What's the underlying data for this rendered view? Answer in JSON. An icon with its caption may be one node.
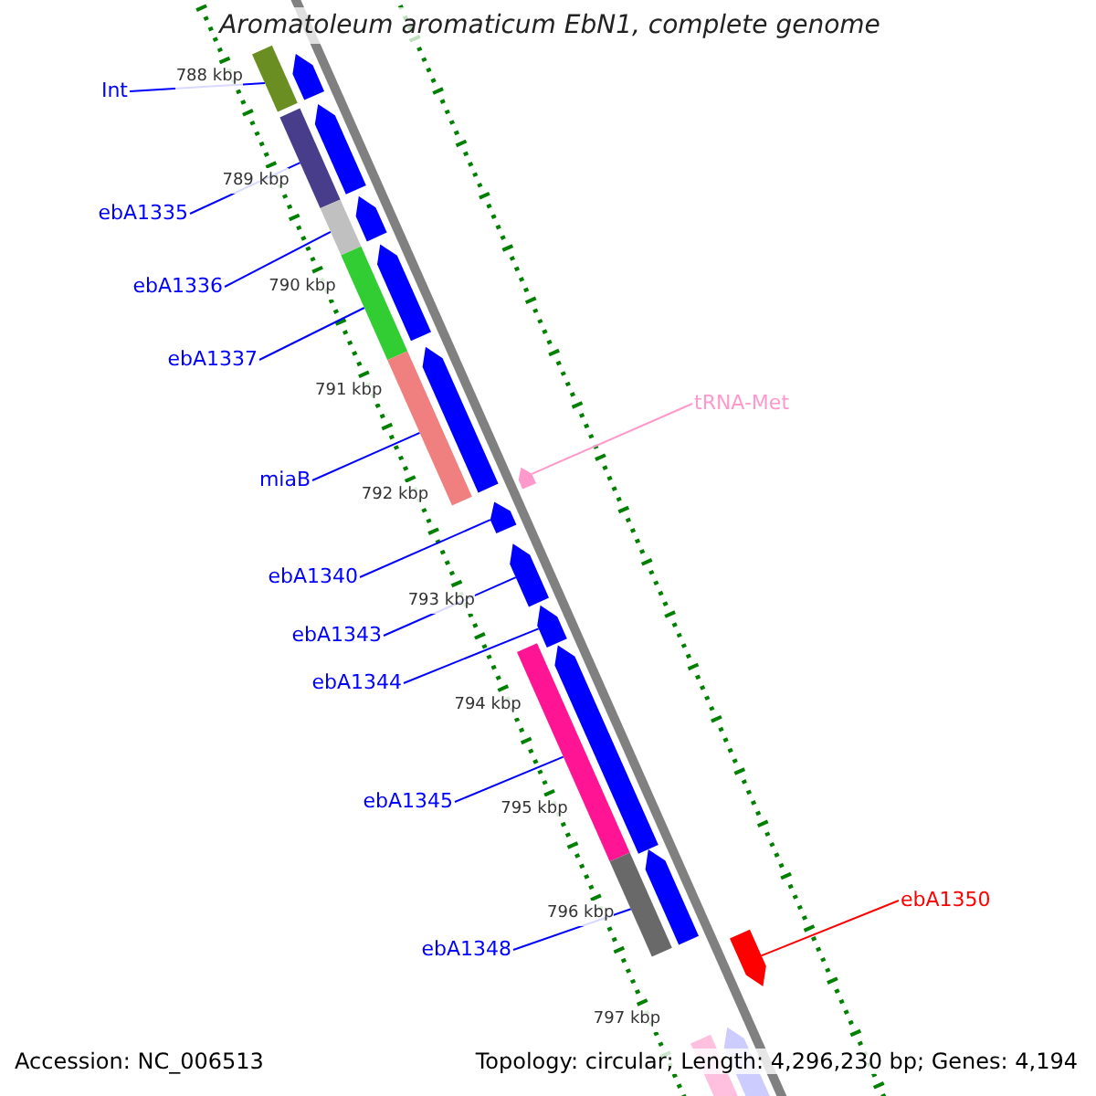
{
  "diagram": {
    "title": "Aromatoleum aromaticum EbN1, complete genome",
    "nodes": [
      {
        "text": [
          "Int"
        ]
      },
      {
        "text": [
          "ebA1335"
        ]
      },
      {
        "text": [
          "ebA1336"
        ]
      },
      {
        "text": [
          "ebA1337"
        ]
      },
      {
        "text": [
          "miaB"
        ]
      },
      {
        "text": [
          "ebA1340"
        ]
      },
      {
        "text": [
          "ebA1343"
        ]
      },
      {
        "text": [
          "ebA1344"
        ]
      },
      {
        "text": [
          "ebA1345"
        ]
      },
      {
        "text": [
          "ebA1348"
        ]
      },
      {
        "text": [
          "tRNA-Met"
        ]
      },
      {
        "text": [
          "ebA1350"
        ]
      },
      {
        "text": [],
        "shape": "bar"
      },
      {
        "text": [],
        "shape": "bar"
      },
      {
        "text": [],
        "shape": "bar"
      },
      {
        "text": [],
        "shape": "bar"
      },
      {
        "text": [],
        "shape": "bar"
      },
      {
        "text": [],
        "shape": "bar"
      },
      {
        "text": [],
        "shape": "bar"
      },
      {
        "text": [],
        "shape": "bar"
      },
      {
        "text": [],
        "shape": "bar"
      },
      {
        "text": [],
        "shape": "bar"
      },
      {
        "text": [],
        "shape": "bar"
      },
      {
        "text": [],
        "shape": "bar"
      },
      {
        "text": [],
        "shape": "bar"
      },
      {
        "text": [],
        "shape": "bar"
      },
      {
        "text": [],
        "shape": "bar"
      },
      {
        "text": [],
        "shape": "bar"
      },
      {
        "text": [],
        "shape": "bar"
      },
      {
        "text": [],
        "shape": "bar"
      },
      {
        "text": [],
        "shape": "bar"
      },
      {
        "text": [],
        "shape": "bar"
      },
      {
        "text": [],
        "shape": "bar"
      }
    ],
    "edges": [
      {
        "from": 0,
        "to": 12,
        "arrow": "none"
      },
      {
        "from": 1,
        "to": 13,
        "arrow": "none"
      },
      {
        "from": 2,
        "to": 14,
        "arrow": "none"
      },
      {
        "from": 3,
        "to": 15,
        "arrow": "none"
      },
      {
        "from": 4,
        "to": 16,
        "arrow": "none"
      },
      {
        "from": 5,
        "to": 17,
        "arrow": "none"
      },
      {
        "from": 6,
        "to": 18,
        "arrow": "none"
      },
      {
        "from": 7,
        "to": 19,
        "arrow": "none"
      },
      {
        "from": 8,
        "to": 20,
        "arrow": "none"
      },
      {
        "from": 9,
        "to": 21,
        "arrow": "none"
      },
      {
        "from": 10,
        "to": 22,
        "arrow": "none",
        "color": "#ff99cc"
      },
      {
        "from": 11,
        "to": 23,
        "arrow": "none",
        "color": "#ff0000"
      }
    ],
    "labels": [
      "788 kbp",
      "789 kbp",
      "790 kbp",
      "791 kbp",
      "792 kbp",
      "793 kbp",
      "794 kbp",
      "795 kbp",
      "796 kbp",
      "797 kbp",
      "Accession: NC_006513",
      "Topology: circular; Length: 4,296,230 bp; Genes: 4,194"
    ]
  }
}
